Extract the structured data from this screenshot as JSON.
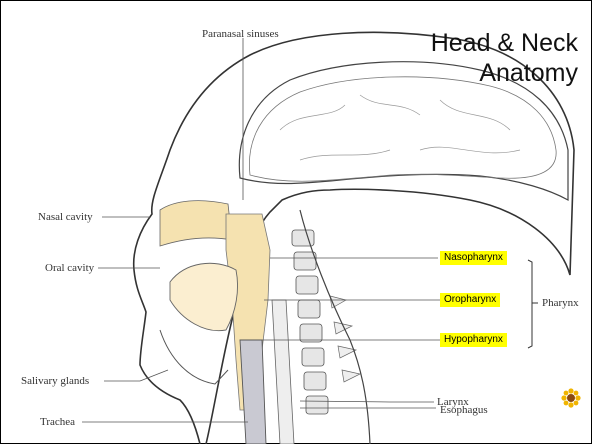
{
  "title": {
    "line1": "Head & Neck",
    "line2": "Anatomy"
  },
  "labels": {
    "paranasal_sinuses": "Paranasal sinuses",
    "nasal_cavity": "Nasal cavity",
    "oral_cavity": "Oral cavity",
    "salivary_glands": "Salivary glands",
    "trachea": "Trachea",
    "larynx": "Larynx",
    "esophagus": "Esophagus",
    "pharynx": "Pharynx"
  },
  "highlights": {
    "nasopharynx": "Nasopharynx",
    "oropharynx": "Oropharynx",
    "hypopharynx": "Hypopharynx"
  },
  "colors": {
    "highlight": "#ffff00",
    "pharynx_fill": "#f5e2b0",
    "line": "#333333"
  },
  "icons": {
    "corner_decoration": "sun-flower-icon"
  }
}
